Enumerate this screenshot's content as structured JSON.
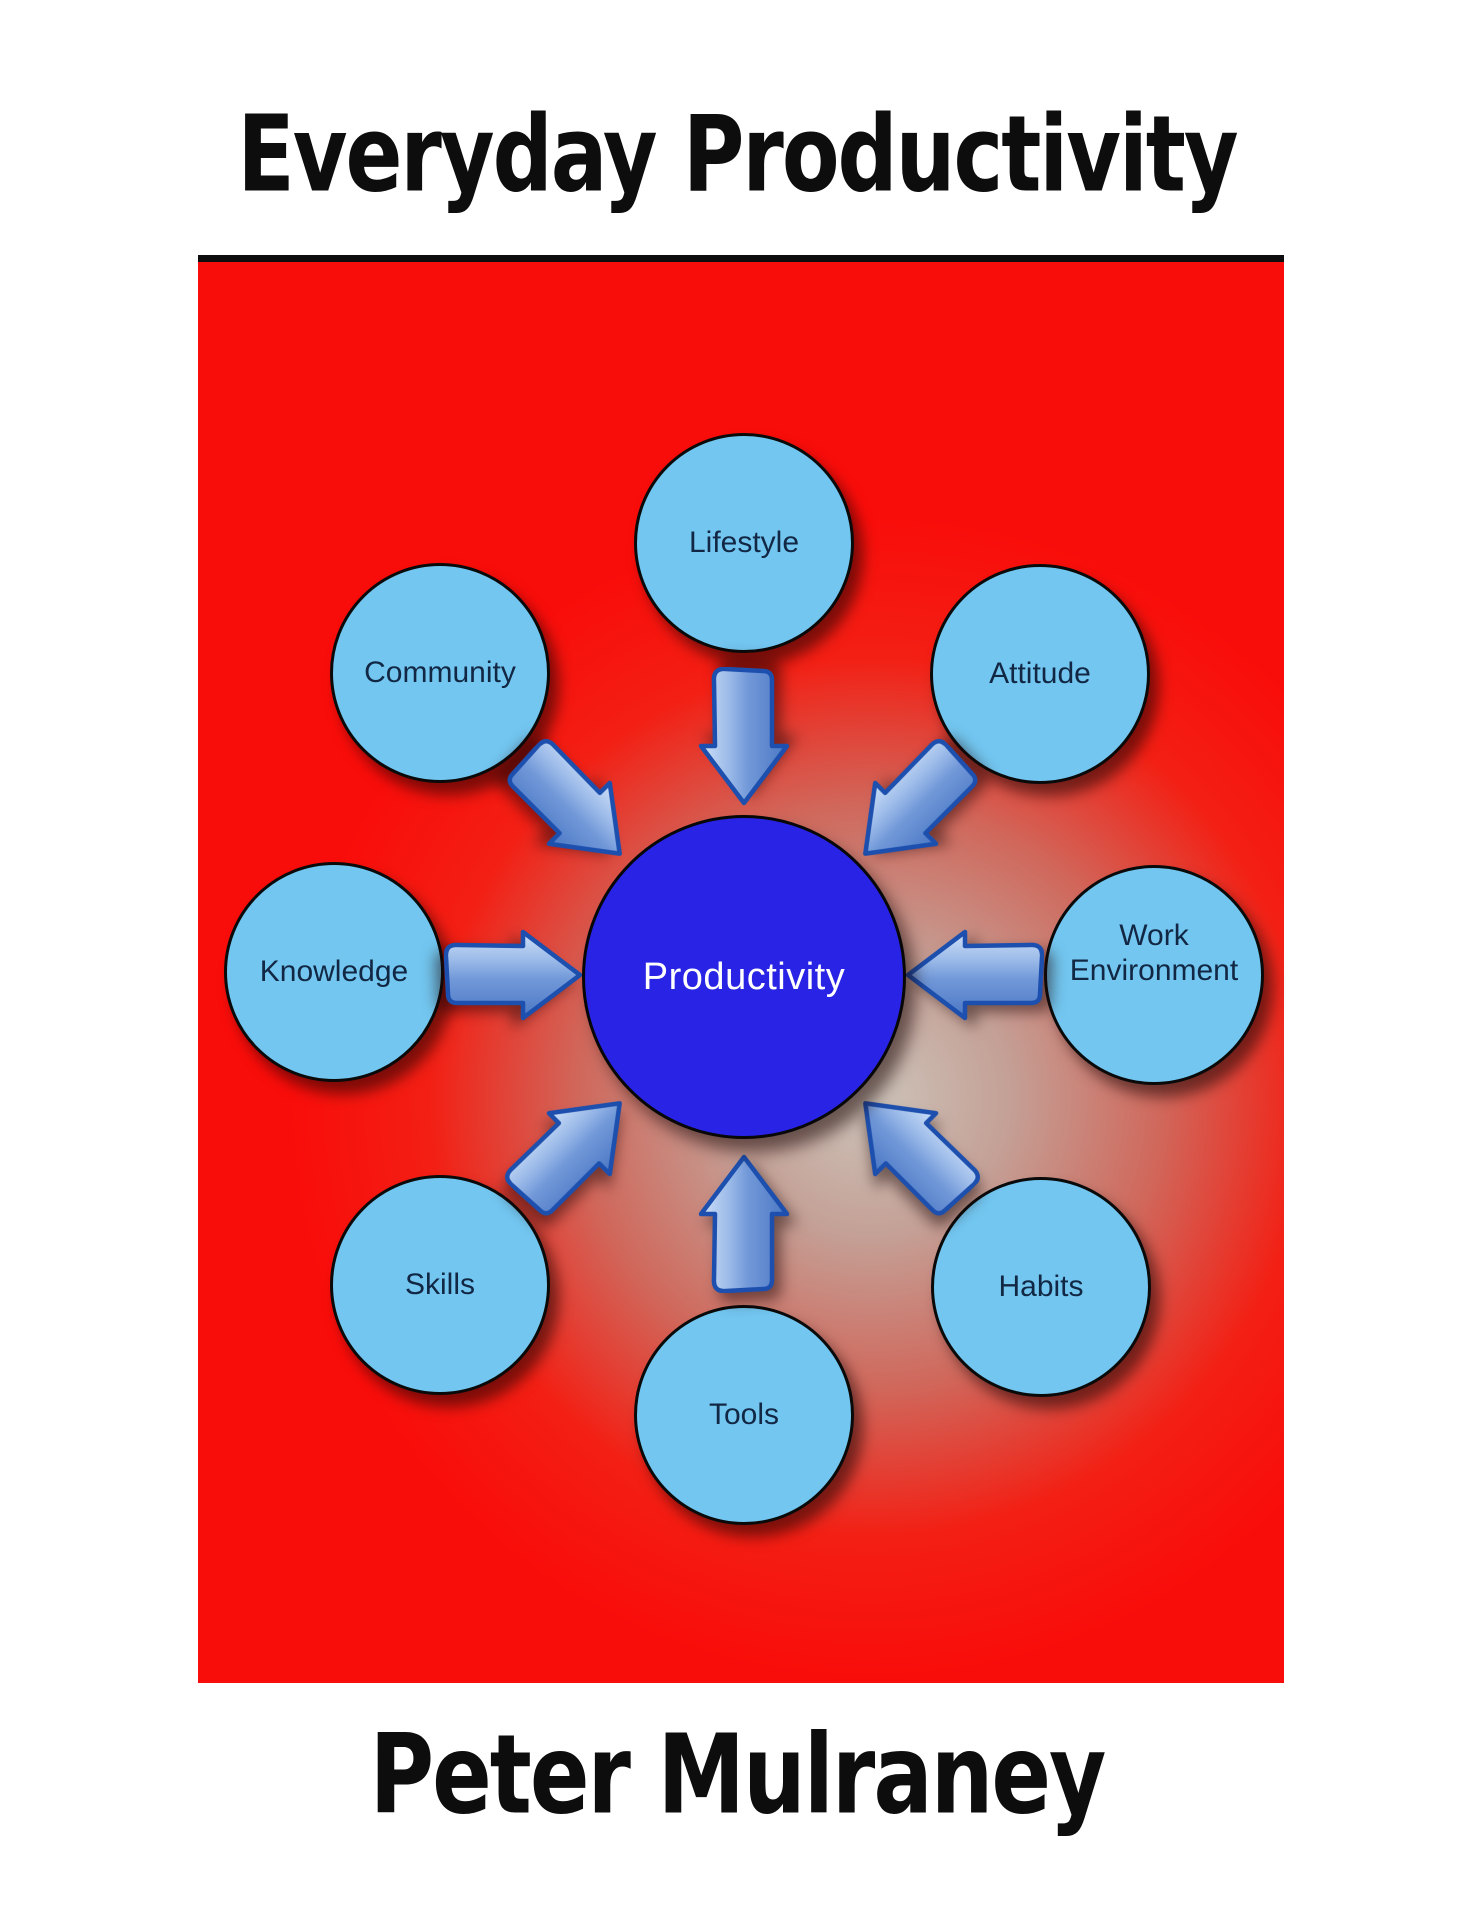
{
  "title": "Everyday Productivity",
  "author": "Peter Mulraney",
  "diagram": {
    "center": {
      "label": "Productivity"
    },
    "nodes": [
      {
        "id": "lifestyle",
        "label": "Lifestyle"
      },
      {
        "id": "community",
        "label": "Community"
      },
      {
        "id": "attitude",
        "label": "Attitude"
      },
      {
        "id": "knowledge",
        "label": "Knowledge"
      },
      {
        "id": "work-environment",
        "label": "Work Environment"
      },
      {
        "id": "skills",
        "label": "Skills"
      },
      {
        "id": "habits",
        "label": "Habits"
      },
      {
        "id": "tools",
        "label": "Tools"
      }
    ],
    "colors": {
      "panel_red": "#f90d0a",
      "panel_glow_gray": "#cdc4ba",
      "satellite_circle_fill": "#72c6f0",
      "satellite_label": "#122743",
      "center_circle_fill": "#2823e5",
      "center_label": "#ffffff",
      "circle_outline": "#0a0a0a",
      "arrow_fill_light": "#cfe0f7",
      "arrow_fill_dark": "#4a77c4",
      "arrow_outline": "#1d4fae",
      "title_text": "#0d0d0d"
    }
  }
}
